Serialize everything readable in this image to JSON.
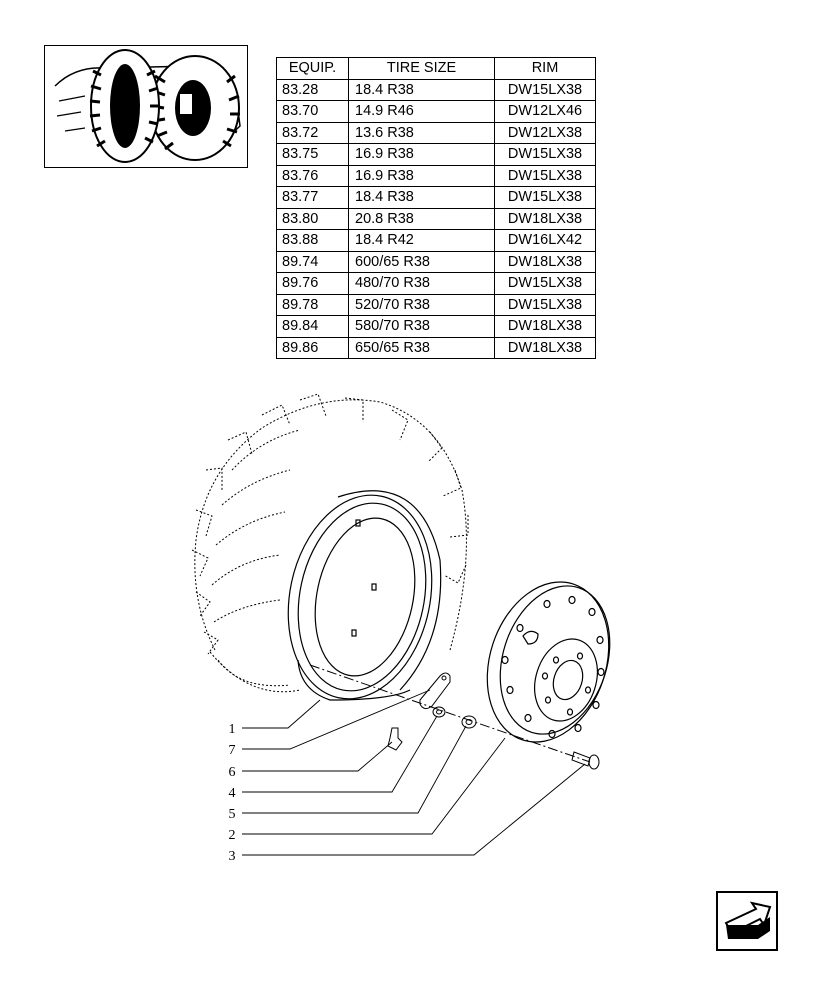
{
  "thumbnail": {
    "icon": "tractor-rear-wheel-icon"
  },
  "table": {
    "headers": {
      "equip": "EQUIP.",
      "tire": "TIRE SIZE",
      "rim": "RIM"
    },
    "rows": [
      {
        "equip": "83.28",
        "tire": "18.4 R38",
        "rim": "DW15LX38"
      },
      {
        "equip": "83.70",
        "tire": "14.9 R46",
        "rim": "DW12LX46"
      },
      {
        "equip": "83.72",
        "tire": "13.6 R38",
        "rim": "DW12LX38"
      },
      {
        "equip": "83.75",
        "tire": "16.9 R38",
        "rim": "DW15LX38"
      },
      {
        "equip": "83.76",
        "tire": "16.9 R38",
        "rim": "DW15LX38"
      },
      {
        "equip": "83.77",
        "tire": "18.4 R38",
        "rim": "DW15LX38"
      },
      {
        "equip": "83.80",
        "tire": "20.8 R38",
        "rim": "DW18LX38"
      },
      {
        "equip": "83.88",
        "tire": "18.4 R42",
        "rim": "DW16LX42"
      },
      {
        "equip": "89.74",
        "tire": "600/65 R38",
        "rim": "DW18LX38"
      },
      {
        "equip": "89.76",
        "tire": "480/70 R38",
        "rim": "DW15LX38"
      },
      {
        "equip": "89.78",
        "tire": "520/70 R38",
        "rim": "DW15LX38"
      },
      {
        "equip": "89.84",
        "tire": "580/70 R38",
        "rim": "DW18LX38"
      },
      {
        "equip": "89.86",
        "tire": "650/65 R38",
        "rim": "DW18LX38"
      }
    ]
  },
  "callouts": [
    "1",
    "7",
    "6",
    "4",
    "5",
    "2",
    "3"
  ],
  "nav": {
    "icon": "next-page-arrow-icon"
  }
}
